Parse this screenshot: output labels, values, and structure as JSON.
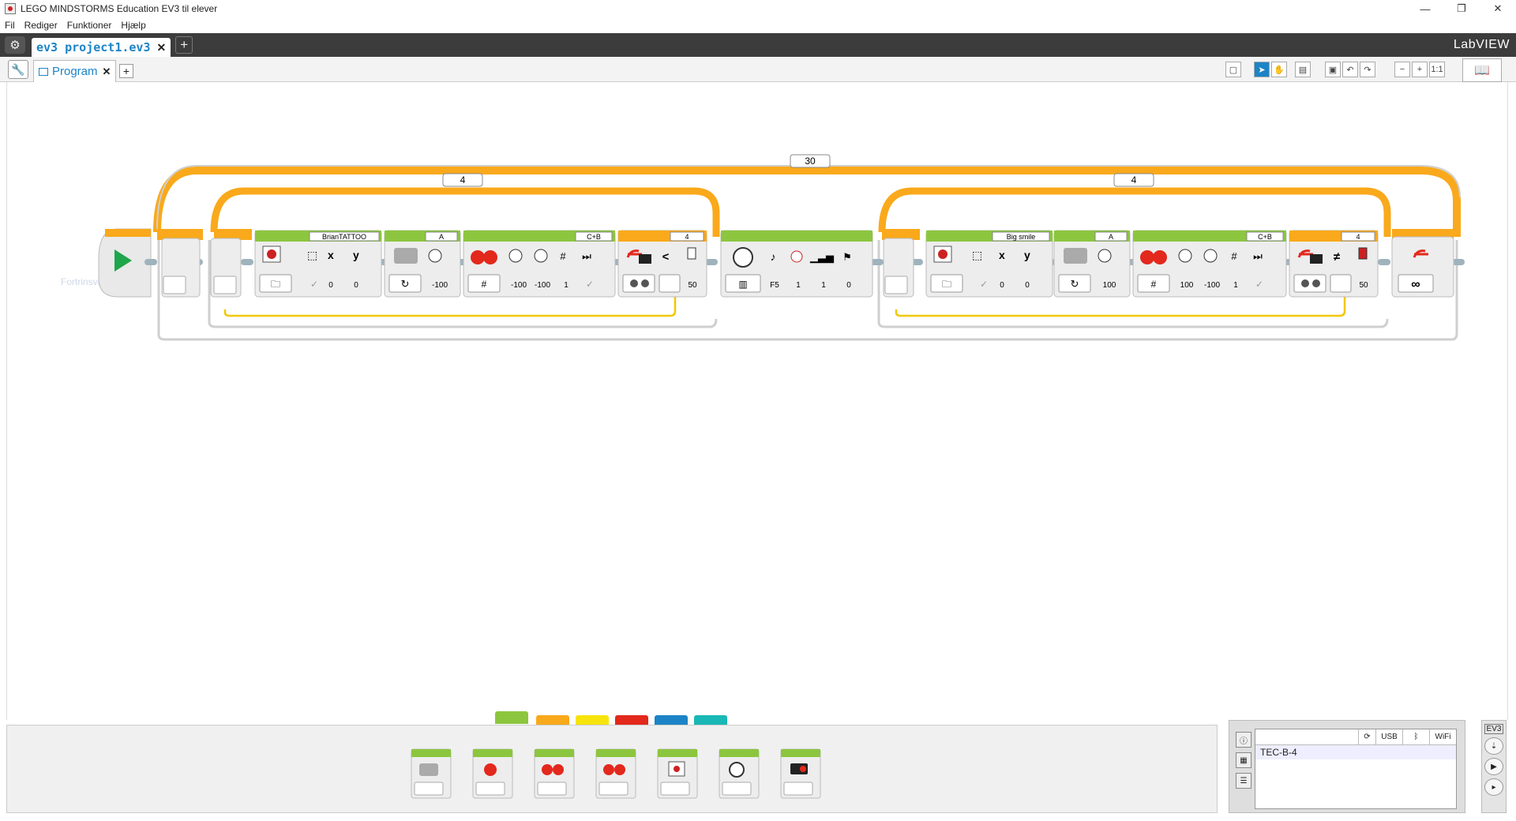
{
  "window": {
    "title": "LEGO MINDSTORMS Education EV3 til elever",
    "controls": [
      "—",
      "❐",
      "✕"
    ]
  },
  "menu": [
    "Fil",
    "Rediger",
    "Funktioner",
    "Hjælp"
  ],
  "project_tab": {
    "label": "ev3 project1.ev3",
    "close": "✕",
    "add": "+"
  },
  "brand": "LabVIEW",
  "program_tab": {
    "label": "Program",
    "close": "✕",
    "add": "+"
  },
  "toolbar_right": {
    "zoom_reset": "1:1"
  },
  "canvas": {
    "faded_comment": "Fortrinsvis fej",
    "outer_loop_count": "30",
    "left_loop_count": "4",
    "right_loop_count": "4",
    "left_group": {
      "display_file": "BrianTATTOO",
      "display_x": "0",
      "display_y": "0",
      "medium_motor_port": "A",
      "medium_motor_power": "-100",
      "tank_ports": "C+B",
      "tank_left": "-100",
      "tank_right": "-100",
      "tank_rotations": "1",
      "loop_interrupt_port": "4",
      "loop_compare_op": "<",
      "loop_threshold": "50"
    },
    "sound": {
      "note": "F5",
      "volume": "1",
      "duration": "1",
      "play_type": "0"
    },
    "right_group": {
      "display_file": "Big smile",
      "display_x": "0",
      "display_y": "0",
      "medium_motor_port": "A",
      "medium_motor_power": "100",
      "tank_ports": "C+B",
      "tank_left": "100",
      "tank_right": "-100",
      "tank_rotations": "1",
      "loop_interrupt_port": "4",
      "loop_compare_op": "≠",
      "loop_threshold": "50"
    },
    "end_loop_mode": "∞"
  },
  "palette_tabs": [
    {
      "color": "#8cc63f"
    },
    {
      "color": "#f9a91b"
    },
    {
      "color": "#f7e40c"
    },
    {
      "color": "#e3281c"
    },
    {
      "color": "#1c84c6"
    },
    {
      "color": "#19b7b5"
    }
  ],
  "palette_blocks": [
    "medium-motor",
    "large-motor",
    "move-steering",
    "move-tank",
    "display",
    "sound",
    "brick-status-light"
  ],
  "hardware": {
    "headers": [
      "USB",
      "ᛒ",
      "WiFi"
    ],
    "brick_name": "TEC-B-4",
    "ev3_label": "EV3"
  },
  "colors": {
    "action_green": "#8cc63f",
    "flow_orange": "#f9a91b",
    "wire_yellow": "#f2c800",
    "accent_blue": "#1c84c6"
  }
}
